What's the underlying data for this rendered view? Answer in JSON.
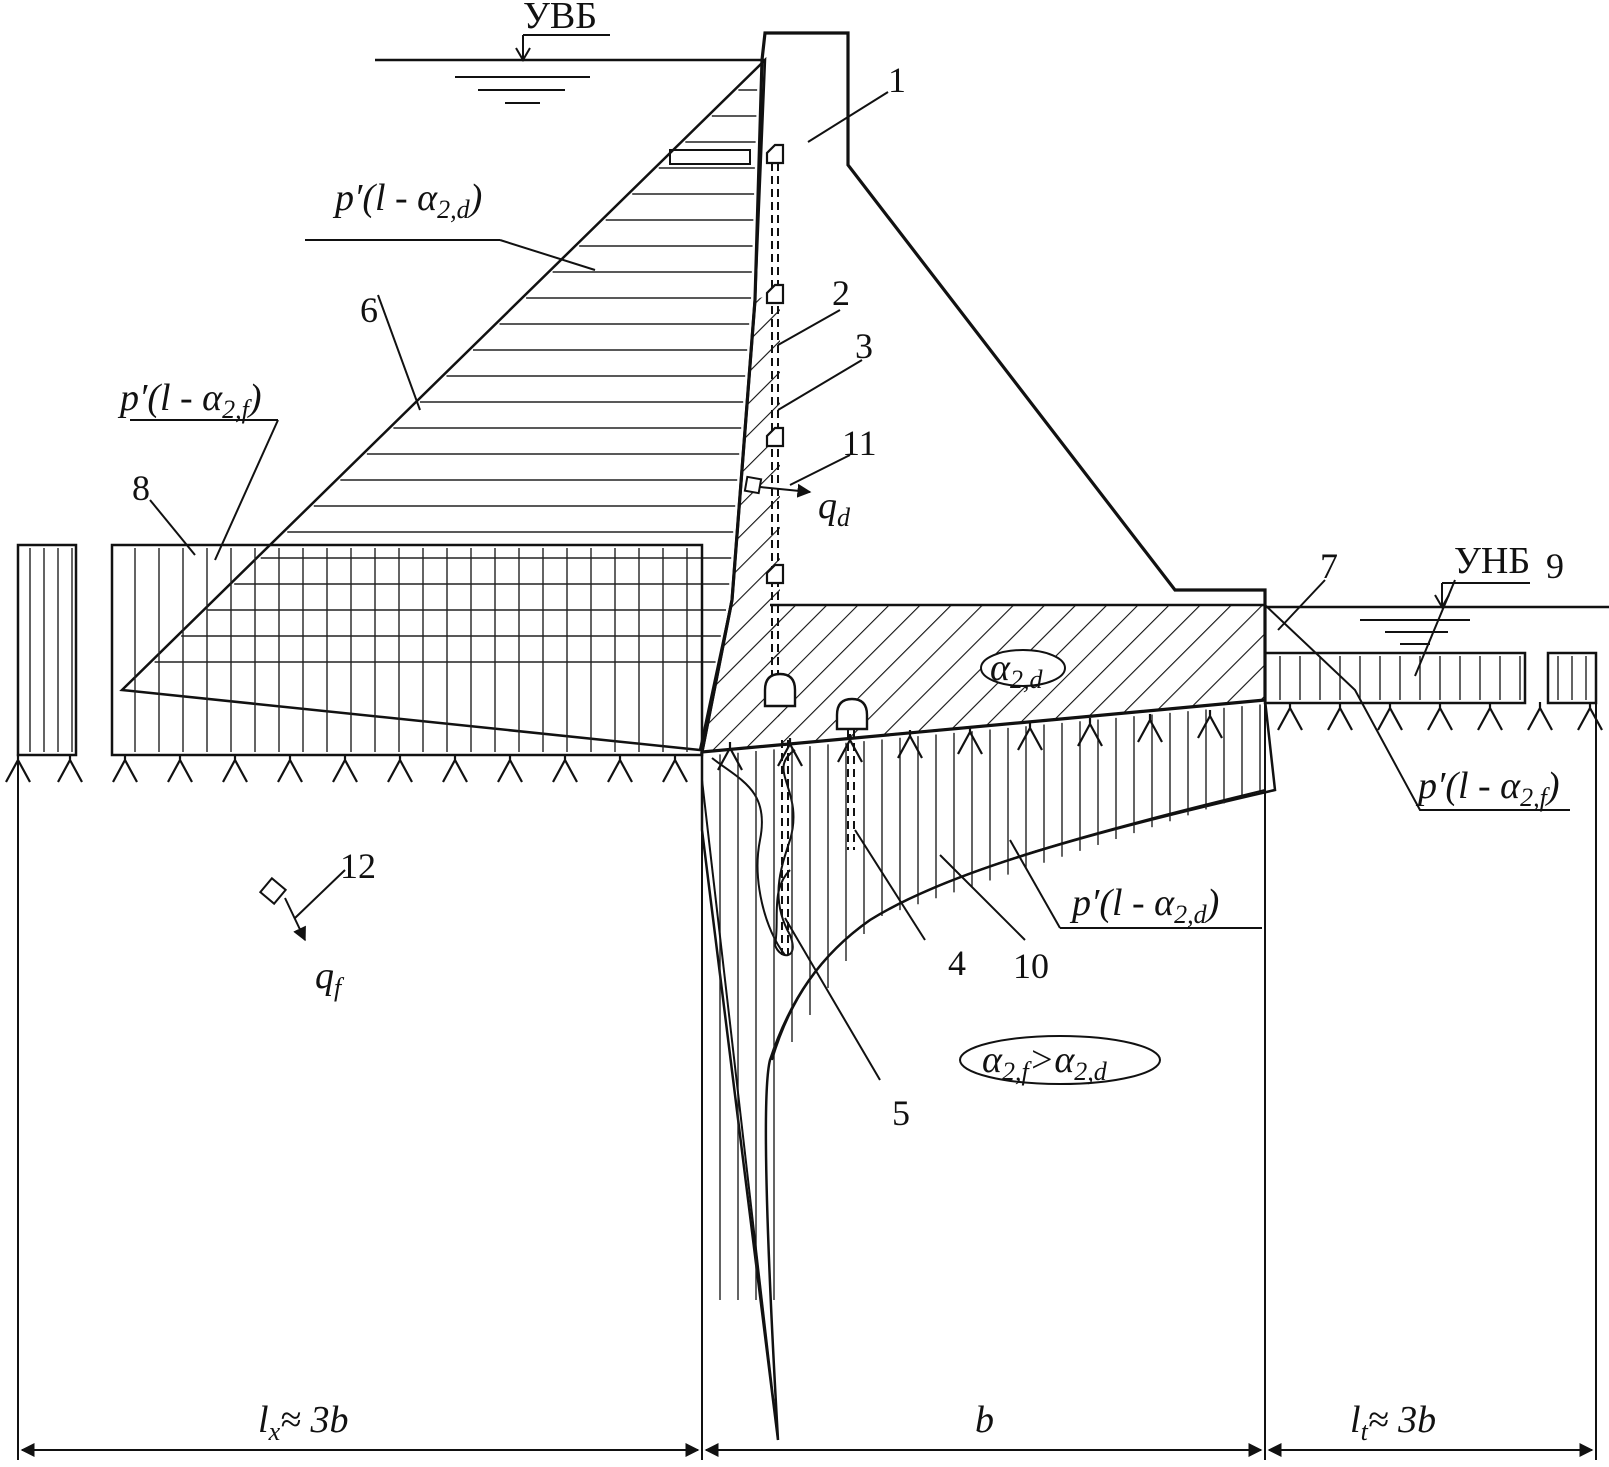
{
  "labels": {
    "uvb": "УВБ",
    "unb": "УНБ",
    "n1": "1",
    "n2": "2",
    "n3": "3",
    "n4": "4",
    "n5": "5",
    "n6": "6",
    "n7": "7",
    "n8": "8",
    "n9": "9",
    "n10": "10",
    "n11": "11",
    "n12": "12",
    "p_dam": "p′(l - α",
    "sub_2d": "2,d",
    "sub_2f": "2,f",
    "close": ")",
    "qd_main": "q",
    "qd_sub": "d",
    "qf_main": "q",
    "qf_sub": "f",
    "alpha_d_main": "α",
    "alpha_d_sub": "2,d",
    "alpha_cmp_main": "α",
    "alpha_cmp_sub1": "2,f",
    "alpha_cmp_gt": ">α",
    "alpha_cmp_sub2": "2,d",
    "dim_left_main": "l",
    "dim_left_sub": "x",
    "dim_left_rest": "≈ 3b",
    "dim_mid": "b",
    "dim_right_main": "l",
    "dim_right_sub": "t",
    "dim_right_rest": "≈ 3b"
  }
}
